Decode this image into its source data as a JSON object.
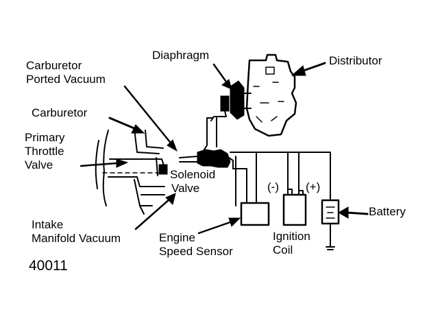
{
  "labels": {
    "carburetor_ported_vacuum_1": "Carburetor",
    "carburetor_ported_vacuum_2": "Ported Vacuum",
    "diaphragm": "Diaphragm",
    "distributor": "Distributor",
    "carburetor": "Carburetor",
    "primary_throttle_1": "Primary",
    "primary_throttle_2": "Throttle",
    "primary_throttle_3": "Valve",
    "solenoid_1": "Solenoid",
    "solenoid_2": "Valve",
    "minus": "(-)",
    "plus": "(+)",
    "battery": "Battery",
    "intake_1": "Intake",
    "intake_2": "Manifold Vacuum",
    "engine_speed_1": "Engine",
    "engine_speed_2": "Speed Sensor",
    "ignition_1": "Ignition",
    "ignition_2": "Coil"
  },
  "figure_code": "40011",
  "colors": {
    "ink": "#000000",
    "paper": "#ffffff"
  }
}
